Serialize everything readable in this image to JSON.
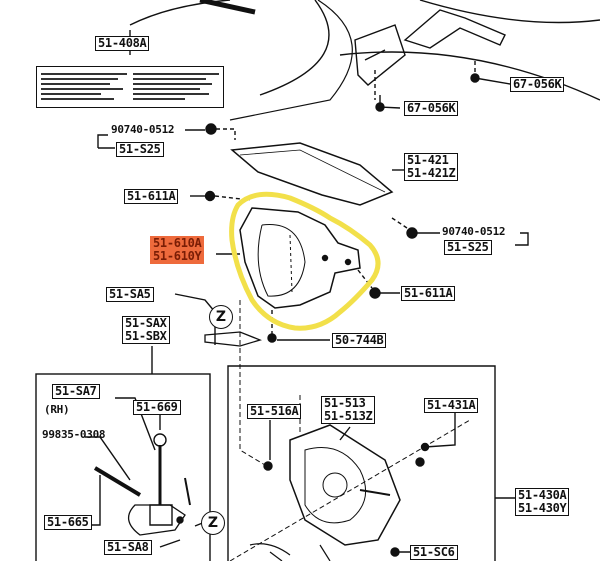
{
  "parts": {
    "p51_408A": "51-408A",
    "p67_056K_a": "67-056K",
    "p67_056K_b": "67-056K",
    "p90740_0512_a": "90740-0512",
    "p51_S25_a": "51-S25",
    "p51_421": "51-421",
    "p51_421Z": "51-421Z",
    "p51_611A_a": "51-611A",
    "p51_610A": "51-610A",
    "p51_610Y": "51-610Y",
    "p90740_0512_b": "90740-0512",
    "p51_S25_b": "51-S25",
    "p51_611A_b": "51-611A",
    "p51_SA5": "51-SA5",
    "p50_744B": "50-744B",
    "p51_SAX": "51-SAX",
    "p51_SBX": "51-SBX",
    "p51_SA7": "51-SA7",
    "rh": "(RH)",
    "p51_669": "51-669",
    "p99835_0308": "99835-0308",
    "p51_665": "51-665",
    "p51_SA8": "51-SA8",
    "p51_516A": "51-516A",
    "p51_513": "51-513",
    "p51_513Z": "51-513Z",
    "p51_431A": "51-431A",
    "p51_430A": "51-430A",
    "p51_430Y": "51-430Y",
    "p51_SC6": "51-SC6"
  },
  "markers": {
    "z1": "Z",
    "z2": "Z"
  },
  "highlight": {
    "box_color": "#ee6a3c",
    "annotation_color": "#f2e04a"
  }
}
